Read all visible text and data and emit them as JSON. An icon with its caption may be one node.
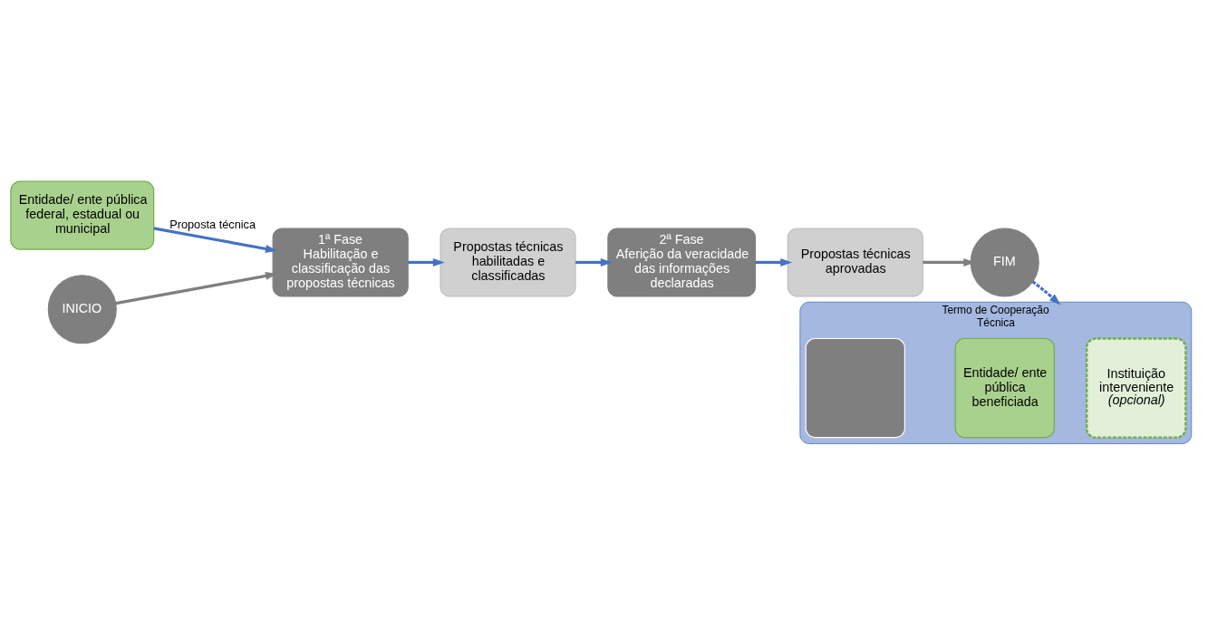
{
  "diagram": {
    "nodes": [
      {
        "text": [
          "Entidade/ ente pública federal, estadual ou municipal"
        ]
      },
      {
        "text": [
          "INICIO"
        ]
      },
      {
        "text": [
          "1ª Fase",
          "Habilitação e classificação das propostas técnicas"
        ]
      },
      {
        "text": [
          "Propostas técnicas habilitadas e classificadas"
        ]
      },
      {
        "text": [
          "2ª Fase",
          "Aferição da veracidade das informações declaradas"
        ]
      },
      {
        "text": [
          "Propostas técnicas aprovadas"
        ]
      },
      {
        "text": [
          "FIM"
        ]
      },
      {
        "text": [
          "Termo de Cooperação Técnica"
        ]
      },
      {
        "text": [],
        "shape": "box",
        "in": 7
      },
      {
        "text": [
          "Entidade/ ente pública beneficiada"
        ],
        "in": 7
      },
      {
        "text": [
          "Instituição interveniente",
          "(opcional)"
        ],
        "in": 7
      }
    ],
    "edges": [
      {
        "from": 0,
        "to": 2,
        "arrow": "to",
        "label": "Proposta técnica"
      },
      {
        "from": 1,
        "to": 2,
        "arrow": "to",
        "color": "#7f7f7f"
      },
      {
        "from": 2,
        "to": 3,
        "arrow": "to"
      },
      {
        "from": 3,
        "to": 4,
        "arrow": "to"
      },
      {
        "from": 4,
        "to": 5,
        "arrow": "to"
      },
      {
        "from": 5,
        "to": 6,
        "arrow": "to",
        "color": "#7f7f7f"
      },
      {
        "from": 6,
        "to": 7,
        "arrow": "to",
        "style": "dashed"
      }
    ]
  }
}
